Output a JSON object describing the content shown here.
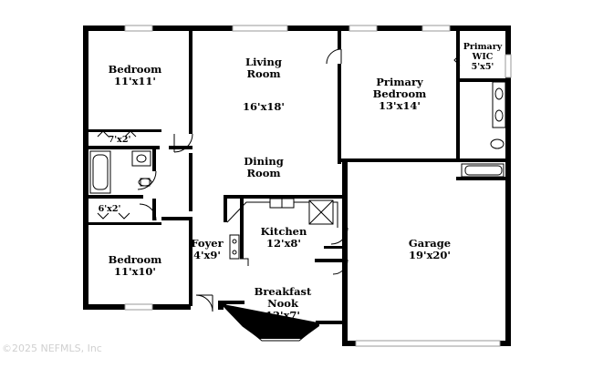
{
  "rooms": {
    "bedroom_top": {
      "name": "Bedroom",
      "size": "11'x11'"
    },
    "living": {
      "name_line1": "Living",
      "name_line2": "Room",
      "size": "16'x18'"
    },
    "primary_bedroom": {
      "name_line1": "Primary",
      "name_line2": "Bedroom",
      "size": "13'x14'"
    },
    "primary_wic": {
      "name_line1": "Primary",
      "name_line2": "WIC",
      "size": "5'x5'"
    },
    "closet_top": {
      "size": "7'x2'"
    },
    "dining": {
      "name_line1": "Dining",
      "name_line2": "Room"
    },
    "closet_mid": {
      "size": "6'x2'"
    },
    "kitchen": {
      "name": "Kitchen",
      "size": "12'x8'"
    },
    "foyer": {
      "name": "Foyer",
      "size": "4'x9'"
    },
    "bedroom_bottom": {
      "name": "Bedroom",
      "size": "11'x10'"
    },
    "garage": {
      "name": "Garage",
      "size": "19'x20'"
    },
    "breakfast_nook": {
      "name_line1": "Breakfast",
      "name_line2": "Nook",
      "size": "12'x7'"
    }
  },
  "copyright": "©2025 NEFMLS, Inc"
}
